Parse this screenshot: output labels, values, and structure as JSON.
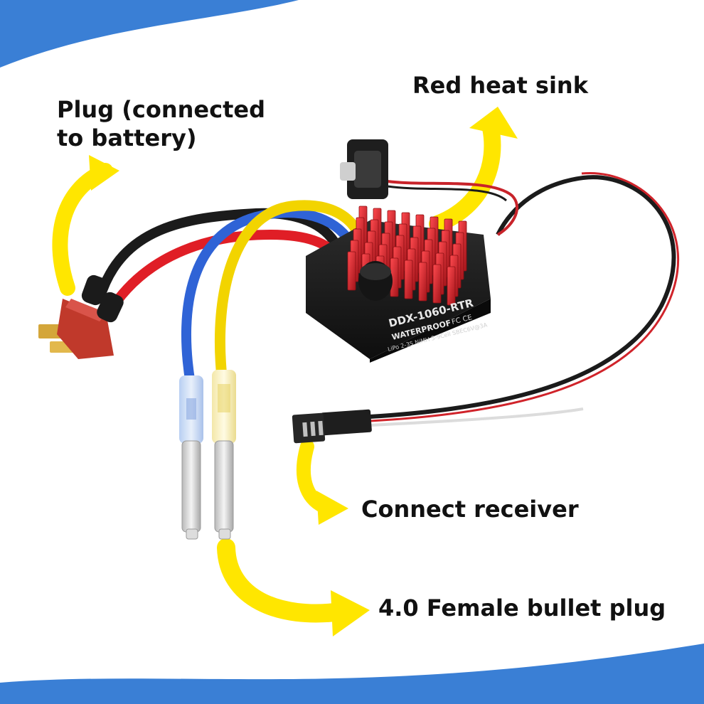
{
  "colors": {
    "background": "#ffffff",
    "corner_accent": "#3a7fd5",
    "arrow": "#ffe600",
    "label_text": "#111111",
    "heat_sink": "#d81f26",
    "esc_body": "#1a1a1a",
    "wire_red": "#e01e26",
    "wire_black": "#1b1b1b",
    "wire_blue": "#2f63d6",
    "wire_yellow": "#f2d400",
    "connector_red": "#c0392b",
    "gold_pins": "#d4a63a"
  },
  "callouts": {
    "plug_line1": "Plug (connected",
    "plug_line2": "to battery)",
    "heat_sink": "Red heat sink",
    "receiver": "Connect receiver",
    "bullet": "4.0 Female bullet plug"
  },
  "device": {
    "model": "DDX-1060-RTR",
    "waterproof": "WATERPROOF",
    "certifications": "FC CE",
    "spec": "LiPo 2-3S NiMH 5-9Cell SBEC6V@3A"
  },
  "icons": {
    "arrows": "curved-arrow-icon",
    "switch": "power-switch-icon"
  }
}
